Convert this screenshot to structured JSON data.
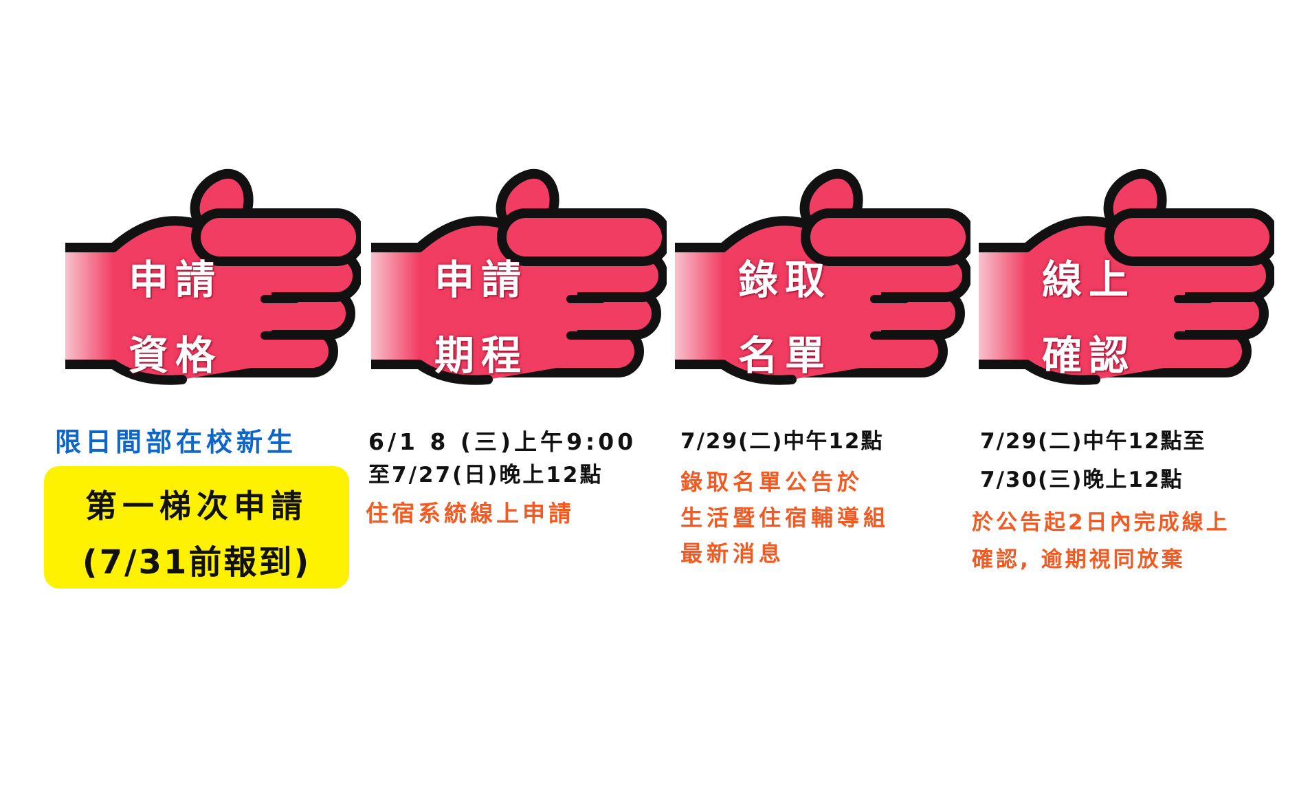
{
  "colors": {
    "hand_fill": "#f23d62",
    "hand_outline": "#111111",
    "wrist_fade": "#f7c2cd",
    "highlight": "#fff200",
    "text_orange": "#f15a22",
    "text_blue": "#0f66c9",
    "text_black": "#111111"
  },
  "steps": [
    {
      "icon": "pointing-hand-icon",
      "label_line1": "申請",
      "label_line2": "資格",
      "qualification": "限日間部在校新生",
      "badge_line1": "第一梯次申請",
      "badge_line2": "(7/31前報到)"
    },
    {
      "icon": "pointing-hand-icon",
      "label_line1": "申請",
      "label_line2": "期程",
      "date_line1": "6/1 8 (三)上午9:00",
      "date_line2": "至7/27(日)晚上12點",
      "note_line1": "住宿系統線上申請"
    },
    {
      "icon": "pointing-hand-icon",
      "label_line1": "錄取",
      "label_line2": "名單",
      "date_line1": "7/29(二)中午12點",
      "note_line1": "錄取名單公告於",
      "note_line2": "生活暨住宿輔導組",
      "note_line3": "最新消息"
    },
    {
      "icon": "pointing-hand-icon",
      "label_line1": "線上",
      "label_line2": "確認",
      "date_line1": "7/29(二)中午12點至",
      "date_line2": "7/30(三)晚上12點",
      "note_line1": "於公告起2日內完成線上",
      "note_line2": "確認, 逾期視同放棄"
    }
  ]
}
